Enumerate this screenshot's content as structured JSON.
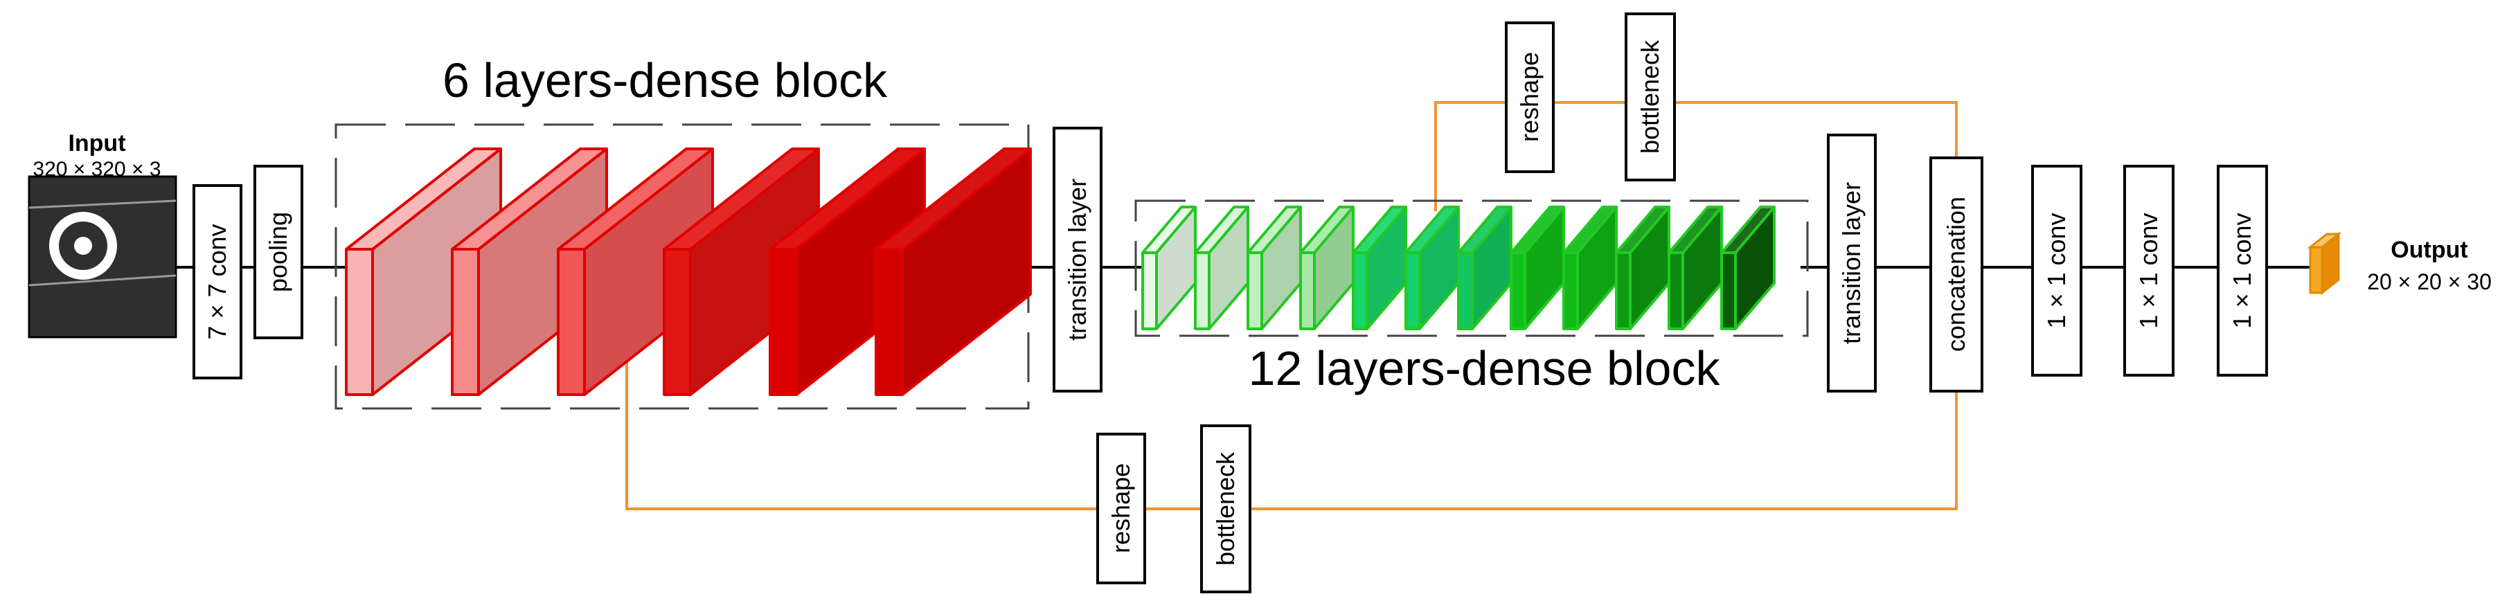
{
  "input": {
    "title": "Input",
    "dims": "320 × 320 × 3"
  },
  "output": {
    "title": "Output",
    "dims": "20 × 20 × 30"
  },
  "ops": {
    "conv7": "7 × 7 conv",
    "pooling": "pooling",
    "transition1": "transition layer",
    "transition2": "transition layer",
    "concatenation": "concatenation",
    "conv1a": "1 × 1 conv",
    "conv1b": "1 × 1 conv",
    "conv1c": "1 × 1 conv"
  },
  "dense_block_6": {
    "title": "6 layers-dense block",
    "layer_colors": [
      "#f9b3b3",
      "#f68a8a",
      "#f25757",
      "#e21515",
      "#dc0000",
      "#d40000"
    ]
  },
  "dense_block_12": {
    "title": "12 layers-dense block",
    "layer_colors": [
      "#eafaea",
      "#d7f5d7",
      "#c2efc2",
      "#a6e8a6",
      "#19d66c",
      "#16d06a",
      "#14c760",
      "#12bf1a",
      "#10b915",
      "#0e9a11",
      "#0c8a10",
      "#0a5c08"
    ]
  },
  "skip_top": {
    "reshape": "reshape",
    "bottleneck": "bottleneck"
  },
  "skip_bottom": {
    "reshape": "reshape",
    "bottleneck": "bottleneck"
  },
  "colors": {
    "skip_line": "#f0952f",
    "output_block": "#f5a623"
  }
}
